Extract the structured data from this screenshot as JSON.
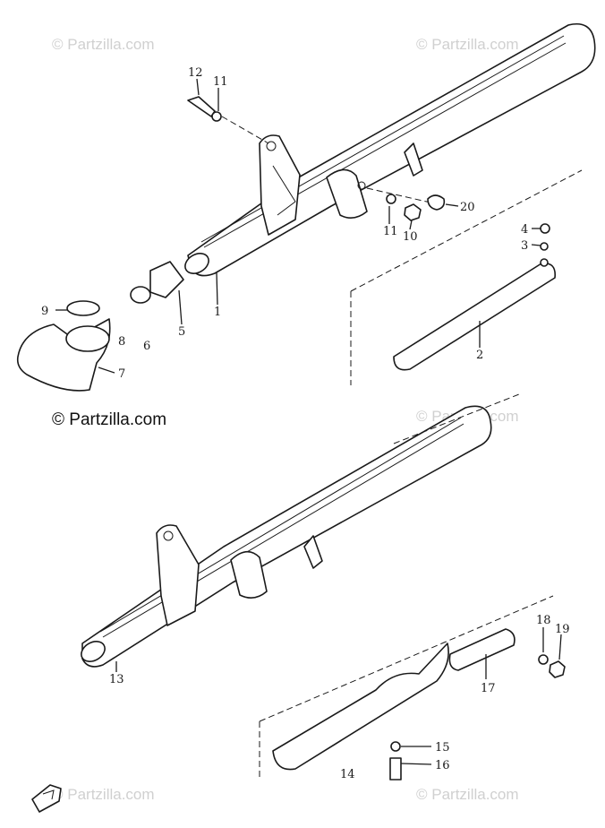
{
  "watermark": {
    "text": "© Partzilla.com",
    "main_text": "© Partzilla.com"
  },
  "callouts": {
    "c1": "1",
    "c2": "2",
    "c3": "3",
    "c4": "4",
    "c5": "5",
    "c6": "6",
    "c7": "7",
    "c8": "8",
    "c9": "9",
    "c10": "10",
    "c11a": "11",
    "c11b": "11",
    "c12": "12",
    "c13": "13",
    "c14": "14",
    "c15": "15",
    "c16": "16",
    "c17": "17",
    "c18": "18",
    "c19": "19",
    "c20": "20"
  },
  "colors": {
    "ink": "#1a1a1a",
    "watermark": "#d0d0d0"
  },
  "icons": {
    "front_marker": "front-arrow-icon"
  }
}
